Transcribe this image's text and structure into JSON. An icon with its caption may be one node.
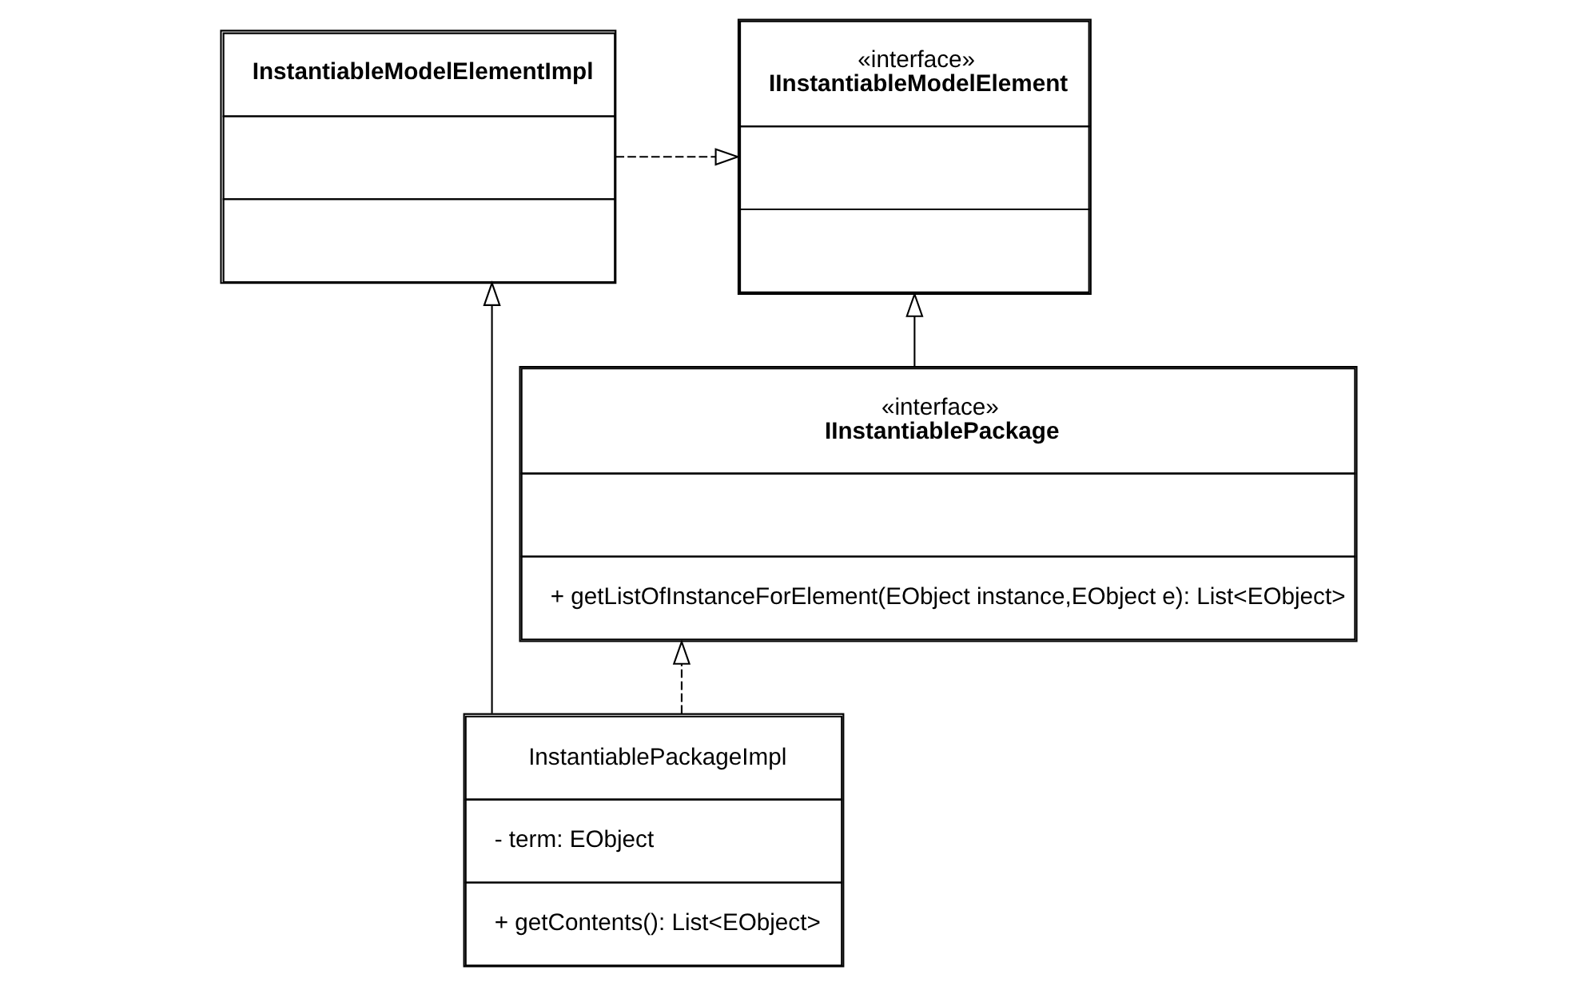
{
  "diagram": {
    "nodes": [
      {
        "text": [
          "InstantiableModelElementImpl"
        ]
      },
      {
        "text": [
          "«interface»",
          "IInstantiableModelElement"
        ]
      },
      {
        "text": [
          "«interface»",
          "IInstantiablePackage",
          "+ getListOfInstanceForElement(EObject instance,EObject e): List<EObject>"
        ]
      },
      {
        "text": [
          "InstantiablePackageImpl",
          "- term: EObject",
          "+ getContents(): List<EObject>"
        ]
      }
    ],
    "edges": [
      {
        "from": 0,
        "to": 1,
        "arrow": "to",
        "style": "dashed"
      },
      {
        "from": 2,
        "to": 1,
        "arrow": "to"
      },
      {
        "from": 3,
        "to": 2,
        "arrow": "to",
        "style": "dashed"
      },
      {
        "from": 3,
        "to": 0,
        "arrow": "to"
      }
    ]
  }
}
